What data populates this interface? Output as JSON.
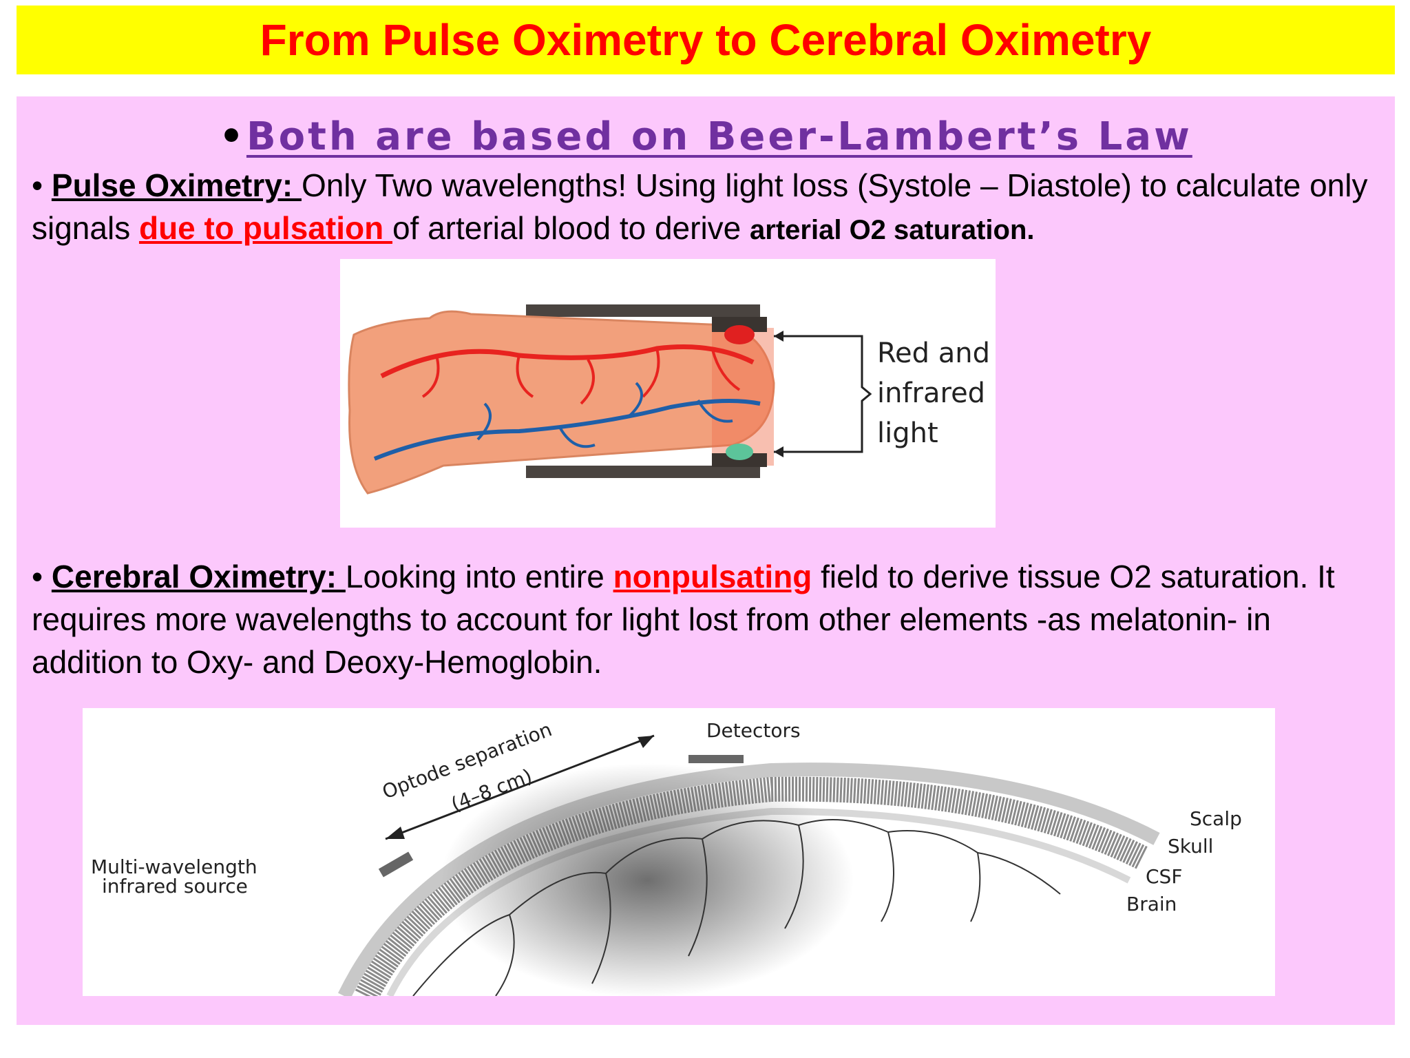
{
  "title": "From Pulse Oximetry to Cerebral Oximetry",
  "law": {
    "bullet": "•",
    "text": "Both are based on Beer-Lambert’s Law"
  },
  "pulse": {
    "bullet": "• ",
    "label": "Pulse Oximetry: ",
    "text1": "Only Two wavelengths! Using light loss (Systole – Diastole) to calculate only signals ",
    "highlight": "due to pulsation ",
    "text2": "of arterial blood to derive ",
    "bold_tail": "arterial O2 saturation."
  },
  "cerebral": {
    "bullet": "• ",
    "label": "Cerebral Oximetry: ",
    "text1": "Looking into entire ",
    "highlight": "nonpulsating",
    "text2": " field to derive tissue O2 saturation. It requires more wavelengths to account for light lost from other elements -as melatonin- in addition to Oxy- and Deoxy-Hemoglobin."
  },
  "figure1": {
    "label_line1": "Red and",
    "label_line2": "infrared",
    "label_line3": "light"
  },
  "figure2": {
    "optode_line1": "Optode separation",
    "optode_line2": "(4–8 cm)",
    "detectors": "Detectors",
    "source_line1": "Multi-wavelength",
    "source_line2": "infrared source",
    "layers": [
      "Scalp",
      "Skull",
      "CSF",
      "Brain"
    ]
  },
  "colors": {
    "title_bg": "#ffff00",
    "title_text": "#ff0000",
    "panel_bg": "#fcc8fc",
    "law_text": "#7030a0",
    "highlight": "#ff0000",
    "artery": "#e8231f",
    "vein": "#1f5fa8",
    "skin": "#f2a07c"
  }
}
